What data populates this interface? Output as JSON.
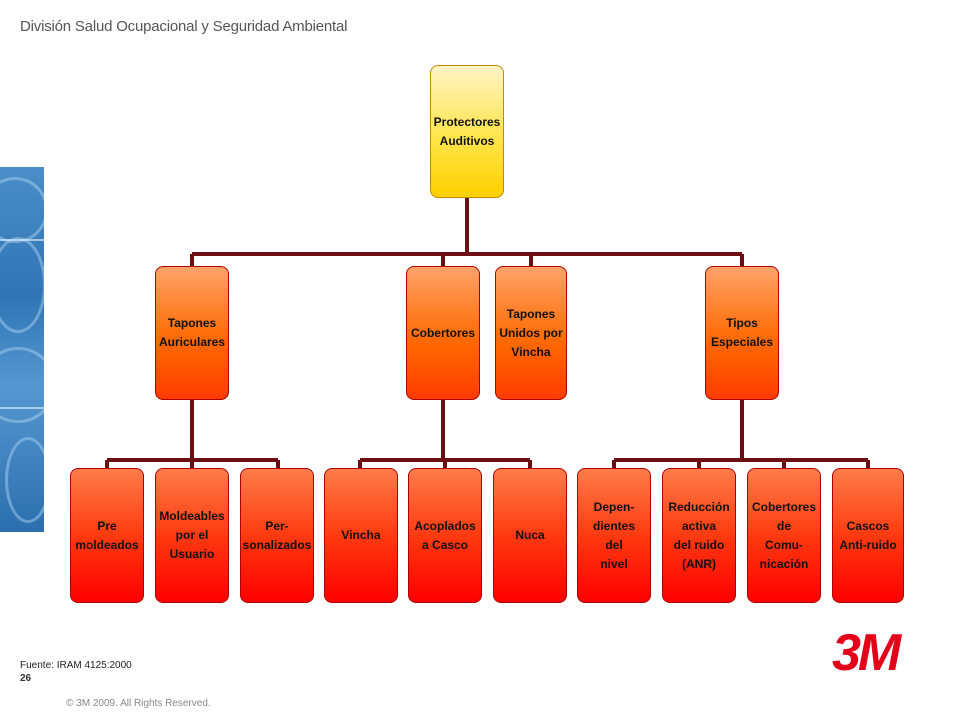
{
  "header": {
    "title": "División Salud Ocupacional y Seguridad Ambiental"
  },
  "diagram": {
    "root": "Protectores\nAuditivos",
    "level1": [
      {
        "label": "Tapones\nAuriculares",
        "children": [
          "Pre\nmoldeados",
          "Moldeables\npor el\nUsuario",
          "Per-\nsonalizados"
        ]
      },
      {
        "label": "Cobertores",
        "children": [
          "Vincha",
          "Acoplados\na Casco",
          "Nuca"
        ]
      },
      {
        "label": "Tapones\nUnidos por\nVincha",
        "children": []
      },
      {
        "label": "Tipos\nEspeciales",
        "children": [
          "Depen-\ndientes\ndel\nnivel",
          "Reducción\nactiva\ndel ruido\n(ANR)",
          "Cobertores\nde\nComu-\nnicación",
          "Cascos\nAnti-ruido"
        ]
      }
    ]
  },
  "footer": {
    "source": "Fuente: IRAM 4125:2000",
    "page_number": "26",
    "copyright": "© 3M 2009.  All Rights Reserved."
  },
  "logo": {
    "text": "3M",
    "color": "#e2001a"
  },
  "colors": {
    "connector": "#6b0f12",
    "root_fill": "#ffe54a",
    "node_fill": "#ff6a00",
    "leaf_fill": "#ff2a00"
  }
}
